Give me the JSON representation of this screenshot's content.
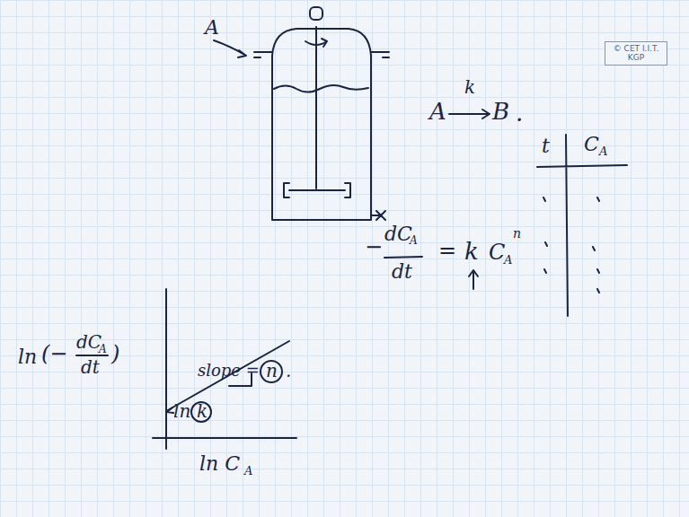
{
  "diagram": {
    "nodes": [
      {
        "text": [
          "© CET I.I.T. KGP"
        ]
      }
    ],
    "labels": [
      "A",
      "A",
      "k",
      "B",
      ".",
      "t",
      "C",
      "A",
      "−",
      "dC",
      "A",
      "dt",
      "=",
      "k",
      "C",
      "A",
      "n",
      "ln",
      "(−",
      "dC",
      "A",
      "dt",
      ")",
      "slope =",
      "n",
      ".",
      "ln",
      "k",
      "ln C",
      "A"
    ]
  }
}
